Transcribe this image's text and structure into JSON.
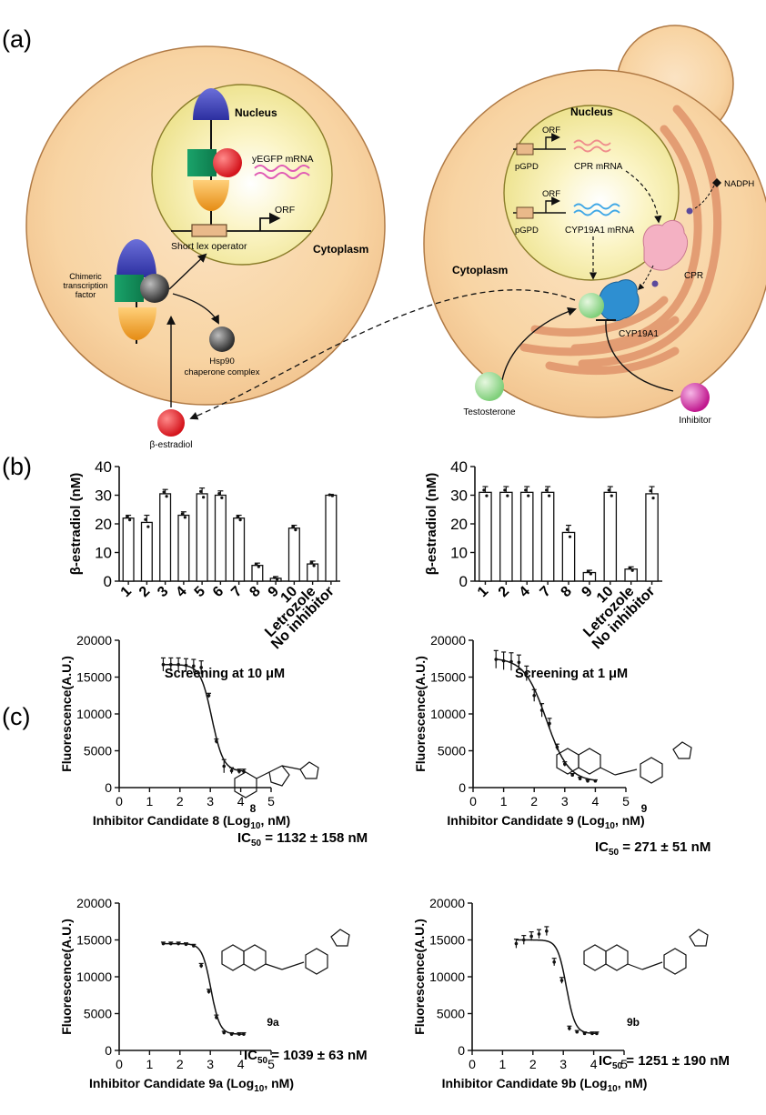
{
  "panels": {
    "a": "(a)",
    "b": "(b)",
    "c": "(c)"
  },
  "diagram_a": {
    "left_cell": {
      "nucleus": "Nucleus",
      "mrna": "yEGFP mRNA",
      "orf": "ORF",
      "operator": "Short lex operator",
      "cytoplasm": "Cytoplasm",
      "tf_line1": "Chimeric",
      "tf_line2": "transcription",
      "tf_line3": "factor",
      "hsp_line1": "Hsp90",
      "hsp_line2": "chaperone complex"
    },
    "estradiol": "β-estradiol",
    "right_cell": {
      "nucleus": "Nucleus",
      "cytoplasm": "Cytoplasm",
      "orf1": "ORF",
      "pgpd1": "pGPD",
      "cpr_mrna": "CPR mRNA",
      "orf2": "ORF",
      "pgpd2": "pGPD",
      "cyp_mrna": "CYP19A1 mRNA",
      "nadph": "NADPH",
      "cpr": "CPR",
      "cyp": "CYP19A1",
      "testosterone": "Testosterone",
      "inhibitor": "Inhibitor"
    }
  },
  "chart_data": [
    {
      "type": "bar",
      "panel": "b-left",
      "title": "Screening at 10 μM",
      "ylabel": "β-estradiol (nM)",
      "ylim": [
        0,
        40
      ],
      "yticks": [
        "0",
        "10",
        "20",
        "30",
        "40"
      ],
      "categories": [
        "1",
        "2",
        "3",
        "4",
        "5",
        "6",
        "7",
        "8",
        "9",
        "10",
        "Letrozole",
        "No inhibitor"
      ],
      "values": [
        22,
        20.5,
        30.5,
        23,
        30.5,
        30,
        22,
        5.5,
        1,
        18.5,
        6,
        30
      ],
      "errors": [
        1,
        2.5,
        1.5,
        1.2,
        2,
        1.5,
        1,
        0.8,
        0.6,
        1,
        1,
        0.3
      ]
    },
    {
      "type": "bar",
      "panel": "b-right",
      "title": "Screening at 1 μM",
      "ylabel": "β-estradiol (nM)",
      "ylim": [
        0,
        40
      ],
      "yticks": [
        "0",
        "10",
        "20",
        "30",
        "40"
      ],
      "categories": [
        "1",
        "2",
        "4",
        "7",
        "8",
        "9",
        "10",
        "Letrozole",
        "No inhibitor"
      ],
      "values": [
        31,
        31,
        31,
        31,
        17,
        3,
        31,
        4.2,
        30.5
      ],
      "errors": [
        2,
        2,
        2,
        2,
        2.5,
        0.8,
        2,
        0.8,
        2.5
      ]
    },
    {
      "type": "scatter",
      "panel": "c-8",
      "xlabel_main": "Inhibitor Candidate 8 (Log",
      "xlabel_sub": "10",
      "xlabel_end": ", nM)",
      "ylabel": "Fluorescence(A.U.)",
      "xlim": [
        0,
        5
      ],
      "ylim": [
        0,
        20000
      ],
      "xticks": [
        "0",
        "1",
        "2",
        "3",
        "4",
        "5"
      ],
      "yticks": [
        "0",
        "5000",
        "10000",
        "15000",
        "20000"
      ],
      "compound": "8",
      "ic50_label": "IC",
      "ic50_sub": "50",
      "ic50_value": " = 1132 ± 158 nM",
      "x": [
        1.45,
        1.7,
        1.95,
        2.2,
        2.45,
        2.7,
        2.95,
        3.2,
        3.45,
        3.7,
        3.95,
        4.1
      ],
      "y": [
        16700,
        16700,
        16700,
        16600,
        16500,
        16300,
        12500,
        6300,
        2900,
        2300,
        2200,
        2200
      ],
      "errors": [
        900,
        900,
        900,
        900,
        900,
        900,
        300,
        300,
        900,
        400,
        300,
        300
      ],
      "fit": {
        "top": 16700,
        "bottom": 2200,
        "log_ic50": 3.05,
        "hill": 2.3
      }
    },
    {
      "type": "scatter",
      "panel": "c-9",
      "xlabel_main": "Inhibitor Candidate 9 (Log",
      "xlabel_sub": "10",
      "xlabel_end": ", nM)",
      "ylabel": "Fluorescence(A.U.)",
      "xlim": [
        0,
        5
      ],
      "ylim": [
        0,
        20000
      ],
      "xticks": [
        "0",
        "1",
        "2",
        "3",
        "4",
        "5"
      ],
      "yticks": [
        "0",
        "5000",
        "10000",
        "15000",
        "20000"
      ],
      "compound": "9",
      "ic50_label": "IC",
      "ic50_sub": "50",
      "ic50_value": " = 271 ± 51 nM",
      "x": [
        0.75,
        1.0,
        1.25,
        1.5,
        1.75,
        2.0,
        2.25,
        2.5,
        2.75,
        3.0,
        3.25,
        3.5,
        3.75,
        4.0
      ],
      "y": [
        17400,
        17200,
        17100,
        17000,
        15500,
        12500,
        10500,
        8700,
        5500,
        3200,
        1700,
        1200,
        900,
        900
      ],
      "errors": [
        1200,
        1200,
        1200,
        1000,
        1000,
        800,
        900,
        700,
        400,
        300,
        200,
        200,
        150,
        150
      ],
      "fit": {
        "top": 17600,
        "bottom": 800,
        "log_ic50": 2.4,
        "hill": 1.2
      }
    },
    {
      "type": "scatter",
      "panel": "c-9a",
      "xlabel_main": "Inhibitor Candidate 9a (Log",
      "xlabel_sub": "10",
      "xlabel_end": ", nM)",
      "ylabel": "Fluorescence(A.U.)",
      "xlim": [
        0,
        5
      ],
      "ylim": [
        0,
        20000
      ],
      "xticks": [
        "0",
        "1",
        "2",
        "3",
        "4",
        "5"
      ],
      "yticks": [
        "0",
        "5000",
        "10000",
        "15000",
        "20000"
      ],
      "compound": "9a",
      "ic50_label": "IC",
      "ic50_sub": "50",
      "ic50_value": " = 1039 ± 63 nM",
      "x": [
        1.45,
        1.7,
        1.95,
        2.2,
        2.45,
        2.7,
        2.95,
        3.2,
        3.45,
        3.7,
        3.95,
        4.1
      ],
      "y": [
        14500,
        14500,
        14500,
        14400,
        14200,
        11500,
        8000,
        4500,
        2400,
        2200,
        2200,
        2200
      ],
      "errors": [
        200,
        200,
        200,
        200,
        200,
        300,
        300,
        300,
        200,
        200,
        200,
        200
      ],
      "fit": {
        "top": 14500,
        "bottom": 2200,
        "log_ic50": 3.02,
        "hill": 3.0
      }
    },
    {
      "type": "scatter",
      "panel": "c-9b",
      "xlabel_main": "Inhibitor Candidate 9b (Log",
      "xlabel_sub": "10",
      "xlabel_end": ", nM)",
      "ylabel": "Fluorescence(A.U.)",
      "xlim": [
        0,
        5
      ],
      "ylim": [
        0,
        20000
      ],
      "xticks": [
        "0",
        "1",
        "2",
        "3",
        "4",
        "5"
      ],
      "yticks": [
        "0",
        "5000",
        "10000",
        "15000",
        "20000"
      ],
      "compound": "9b",
      "ic50_label": "IC",
      "ic50_sub": "50",
      "ic50_value": " = 1251 ± 190 nM",
      "x": [
        1.45,
        1.7,
        1.95,
        2.2,
        2.45,
        2.7,
        2.95,
        3.2,
        3.45,
        3.7,
        3.95,
        4.1
      ],
      "y": [
        14500,
        15000,
        15500,
        15800,
        16200,
        12000,
        9500,
        3000,
        2500,
        2300,
        2300,
        2300
      ],
      "errors": [
        600,
        600,
        600,
        600,
        600,
        500,
        400,
        300,
        200,
        200,
        200,
        200
      ],
      "fit": {
        "top": 15000,
        "bottom": 2300,
        "log_ic50": 3.1,
        "hill": 3.0
      }
    }
  ]
}
